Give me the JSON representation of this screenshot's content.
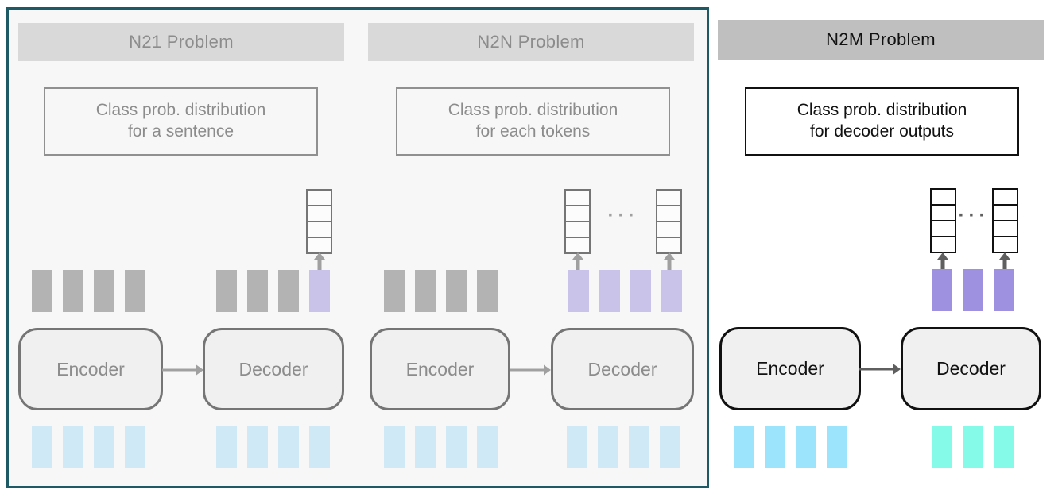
{
  "colors": {
    "page-bg": "#ffffff",
    "frame-border": "#1e5a66",
    "frame-bg": "#f7f7f7",
    "title-bg-faded": "#d9d9d9",
    "title-bg-active": "#bfbfbf",
    "text-faded": "#8c8c8c",
    "text-active": "#111111",
    "box-border-faded": "#909090",
    "node-border-faded": "#757575",
    "node-border-active": "#111111",
    "node-bg": "#f0f0f0",
    "stack-border-faded": "#757575",
    "stack-border-active": "#111111",
    "stack-bg": "#fcfcfc",
    "gray-bar": "#b3b3b3",
    "purple-faded": "#c9c3ea",
    "purple-active": "#9e92e0",
    "cyan-faded": "#cfe9f7",
    "cyan-active": "#9ce4fb",
    "aqua-active": "#86fae9",
    "arrow-faded": "#a0a0a0",
    "arrow-active": "#5f5f5f"
  },
  "panels": [
    {
      "id": "n21",
      "title": "N21 Problem",
      "class_box_line1": "Class prob. distribution",
      "class_box_line2": "for a sentence",
      "encoder_label": "Encoder",
      "decoder_label": "Decoder"
    },
    {
      "id": "n2n",
      "title": "N2N Problem",
      "class_box_line1": "Class prob. distribution",
      "class_box_line2": "for each tokens",
      "encoder_label": "Encoder",
      "decoder_label": "Decoder",
      "ellipsis": "···"
    },
    {
      "id": "n2m",
      "title": "N2M Problem",
      "class_box_line1": "Class prob. distribution",
      "class_box_line2": "for decoder outputs",
      "encoder_label": "Encoder",
      "decoder_label": "Decoder",
      "ellipsis": "···"
    }
  ]
}
